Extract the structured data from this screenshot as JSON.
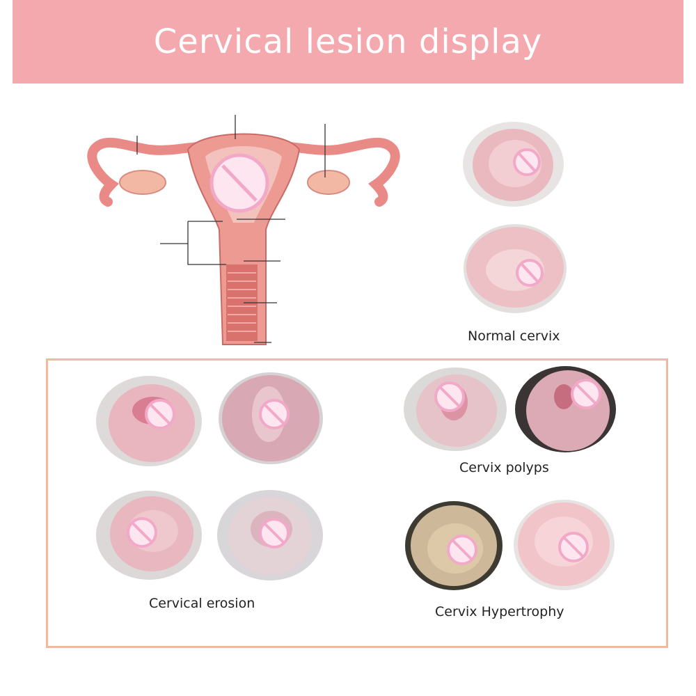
{
  "banner": {
    "title": "Cervical lesion display",
    "color": "#f4a9ae"
  },
  "normal": {
    "caption": "Normal cervix"
  },
  "groups": {
    "erosion": {
      "caption": "Cervical erosion"
    },
    "polyps": {
      "caption": "Cervix polyps"
    },
    "hypertrophy": {
      "caption": "Cervix Hypertrophy"
    }
  },
  "icons": {
    "censor": "censor-circle-icon"
  }
}
